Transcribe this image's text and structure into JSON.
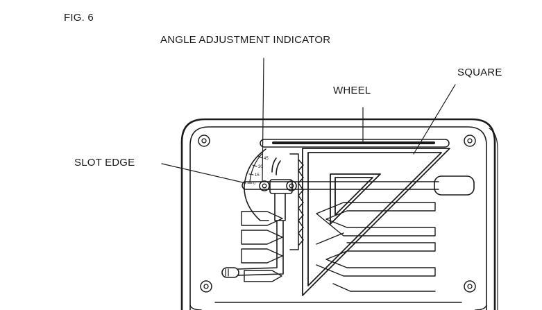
{
  "figure": {
    "number": "FIG. 6"
  },
  "labels": {
    "angle_adjustment_indicator": "ANGLE ADJUSTMENT INDICATOR",
    "wheel": "WHEEL",
    "square": "SQUARE",
    "slot_edge": "SLOT EDGE"
  },
  "angle_scale_marks": [
    "45",
    "30",
    "15",
    "0"
  ],
  "colors": {
    "line": "#1a1a1a",
    "background": "#ffffff"
  }
}
